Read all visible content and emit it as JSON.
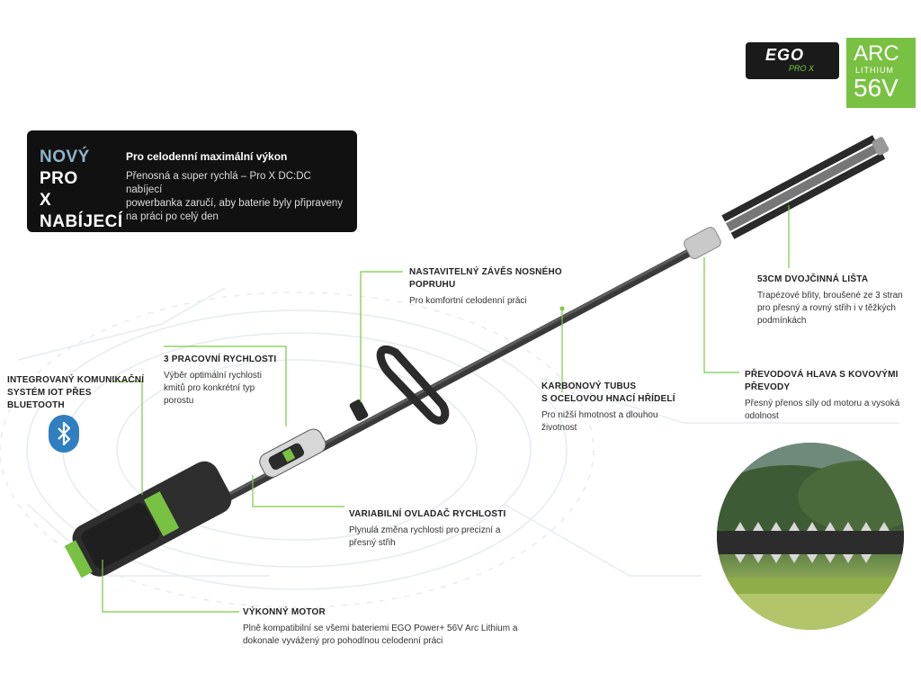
{
  "brand": {
    "ego_logo_main": "EGO",
    "ego_logo_sub": "PRO X",
    "arc_line1": "ARC",
    "arc_line2": "LITHIUM",
    "arc_line3": "56V"
  },
  "info_box": {
    "heading_accent": "NOVÝ",
    "heading_rest": " PRO\nX NABÍJECÍ\nSYSTÉM",
    "title": "Pro celodenní maximální výkon",
    "description": "Přenosná a super rychlá – Pro X DC:DC nabíjecí\npowerbanka zaručí, aby baterie byly připraveny\nna práci po celý den"
  },
  "features": {
    "strap": {
      "title": "NASTAVITELNÝ ZÁVĚS NOSNÉHO\nPOPRUHU",
      "desc": "Pro komfortní celodenní práci"
    },
    "blade": {
      "title": "53CM DVOJČINNÁ LIŠTA",
      "desc": "Trapézové břity, broušené ze 3 stran\npro přesný a rovný střih i v těžkých\npodmínkách"
    },
    "speeds": {
      "title": "3 PRACOVNÍ RYCHLOSTI",
      "desc": "Výběr optimální rychlosti\nkmitů pro konkrétní typ\nporostu"
    },
    "bluetooth": {
      "title": "INTEGROVANÝ KOMUNIKAČNÍ\nSYSTÉM IOT PŘES BLUETOOTH",
      "desc": ""
    },
    "gearhead": {
      "title": "PŘEVODOVÁ HLAVA S KOVOVÝMI PŘEVODY",
      "desc": "Přesný přenos síly od motoru a vysoká\nodolnost"
    },
    "carbon": {
      "title": "KARBONOVÝ TUBUS\nS OCELOVOU HNACÍ HŘÍDELÍ",
      "desc": "Pro nižší hmotnost a dlouhou\nživotnost"
    },
    "trigger": {
      "title": "VARIABILNÍ OVLADAČ RYCHLOSTI",
      "desc": "Plynulá změna rychlosti pro precizní a\npřesný střih"
    },
    "motor": {
      "title": "VÝKONNÝ MOTOR",
      "desc": "Plně kompatibilní se všemi bateriemi EGO Power+ 56V Arc Lithium a\ndokonale vyvážený pro pohodlnou celodenní práci"
    }
  },
  "icons": {
    "bluetooth": "bluetooth-icon"
  },
  "colors": {
    "accent_green": "#79c142",
    "dark_box": "#111111",
    "bluetooth_blue": "#2f7fc1",
    "heading_accent": "#8fb4c8"
  }
}
